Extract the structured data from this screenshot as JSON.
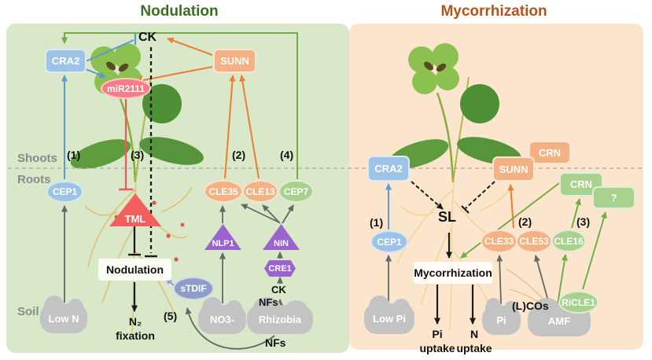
{
  "titles": {
    "nodulation": "Nodulation",
    "mycorrhization": "Mycorrhization"
  },
  "regions": {
    "shoots": "Shoots",
    "roots": "Roots",
    "soil": "Soil"
  },
  "nod": {
    "cra2": "CRA2",
    "sunn": "SUNN",
    "mir2111": "miR2111",
    "ck_top": "CK",
    "tml": "TML",
    "cep1": "CEP1",
    "cle35": "CLE35",
    "cle13": "CLE13",
    "cep7": "CEP7",
    "nlp1": "NLP1",
    "nin": "NIN",
    "cre1": "CRE1",
    "stdif": "sTDIF",
    "process": "Nodulation",
    "n2": "N₂",
    "fixation": "fixation",
    "low_n": "Low N",
    "no3": "NO3-",
    "rhizobia": "Rhizobia",
    "nfs_mid": "NFs",
    "ck_mid": "CK",
    "nfs_bottom": "NFs",
    "lbl1": "(1)",
    "lbl2": "(2)",
    "lbl3": "(3)",
    "lbl4": "(4)",
    "lbl5": "(5)"
  },
  "myc": {
    "cra2": "CRA2",
    "sunn": "SUNN",
    "crn_shoot": "CRN",
    "crn_root": "CRN",
    "unknown": "?",
    "cep1": "CEP1",
    "sl": "SL",
    "cle33": "CLE33",
    "cle53": "CLE53",
    "cle16": "CLE16",
    "ricle1": "RiCLE1",
    "process": "Mycorrhization",
    "low_pi": "Low Pi",
    "pi": "Pi",
    "amf": "AMF",
    "lcos": "(L)COs",
    "pi_uptake_line1": "Pi",
    "pi_uptake_line2": "uptake",
    "n_uptake_line1": "N",
    "n_uptake_line2": "uptake",
    "lbl1": "(1)",
    "lbl2": "(2)",
    "lbl3": "(3)"
  },
  "colors": {
    "panel_nodulation": "#d8e8c8",
    "panel_mycorrhization": "#fbe6cd",
    "title_nodulation": "#3c6e22",
    "title_mycorrhization": "#b5531d",
    "receptor_blue": "#9dc3e6",
    "peptide_orange": "#f4b183",
    "peptide_green": "#a9d18e",
    "tf_purple": "#9a63cf",
    "mir_pink": "#f87c86",
    "tml_red": "#f25f5f",
    "stdif_slate": "#8d9dc8",
    "cloud_gray": "#c3c3c3",
    "arrow_blue": "#5b9bd5",
    "arrow_orange": "#ed7d31",
    "arrow_green": "#70ad47",
    "arrow_gray": "#666666",
    "arrow_black": "#1a1a1a",
    "arrow_periwinkle": "#8e9fd5",
    "arrow_red": "#f05a5a"
  }
}
